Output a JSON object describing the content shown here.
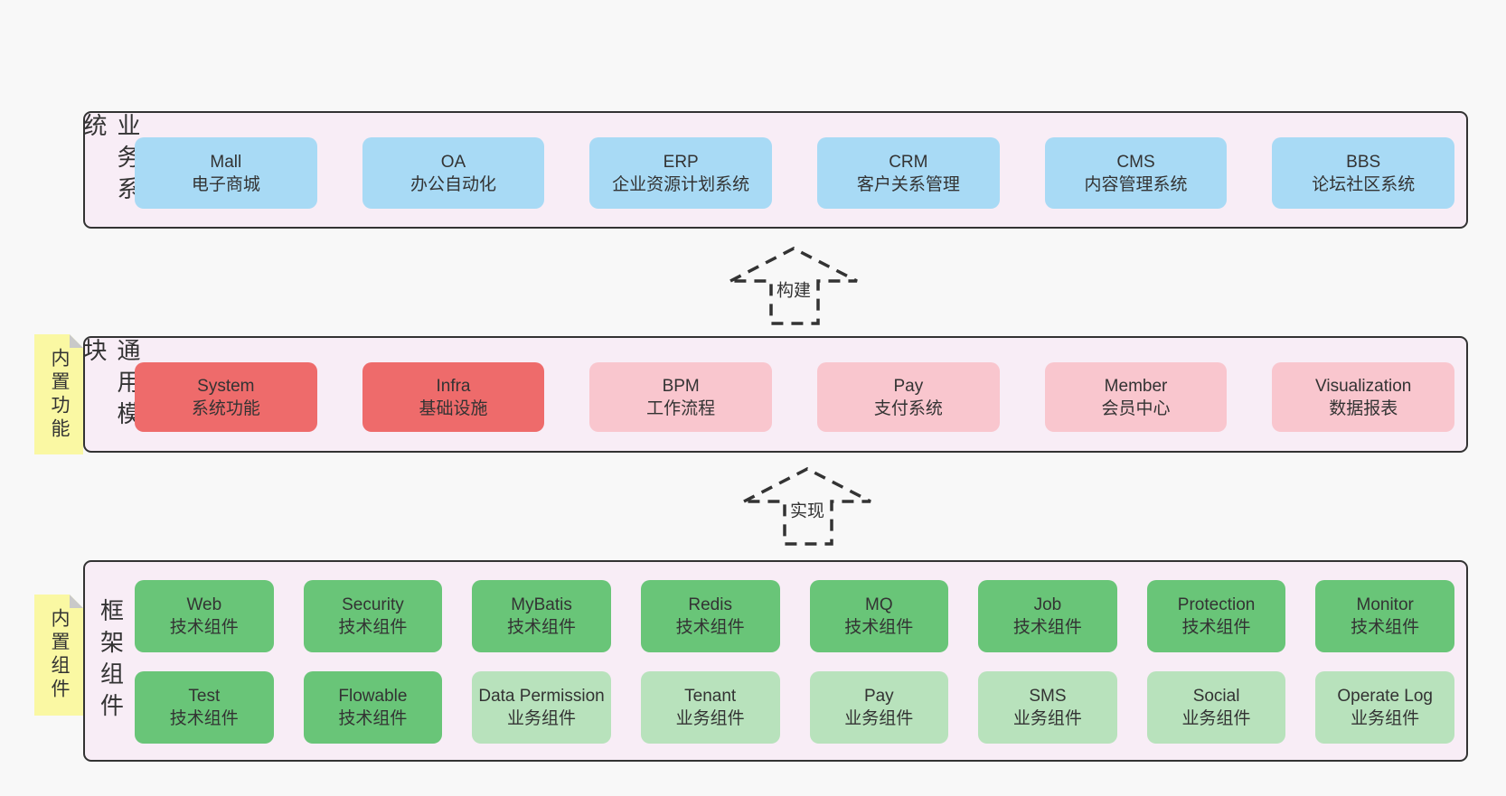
{
  "colors": {
    "page_bg": "#f8f8f8",
    "panel_bg": "#f8edf6",
    "panel_border": "#333333",
    "blue": "#a8daf5",
    "red": "#ee6b6b",
    "pink": "#f9c6ce",
    "green": "#69c578",
    "green_light": "#b8e2bc",
    "sticky_yellow": "#faf8a3",
    "fold_gray": "#c9c9c9",
    "text": "#333333"
  },
  "arrows": [
    {
      "label": "构建"
    },
    {
      "label": "实现"
    }
  ],
  "layers": [
    {
      "label": "业务系统",
      "sticky": null,
      "rows": [
        [
          {
            "title": "Mall",
            "subtitle": "电子商城",
            "type": "blue"
          },
          {
            "title": "OA",
            "subtitle": "办公自动化",
            "type": "blue"
          },
          {
            "title": "ERP",
            "subtitle": "企业资源计划系统",
            "type": "blue"
          },
          {
            "title": "CRM",
            "subtitle": "客户关系管理",
            "type": "blue"
          },
          {
            "title": "CMS",
            "subtitle": "内容管理系统",
            "type": "blue"
          },
          {
            "title": "BBS",
            "subtitle": "论坛社区系统",
            "type": "blue"
          }
        ]
      ]
    },
    {
      "label": "通用模块",
      "sticky": "内置功能",
      "rows": [
        [
          {
            "title": "System",
            "subtitle": "系统功能",
            "type": "red"
          },
          {
            "title": "Infra",
            "subtitle": "基础设施",
            "type": "red"
          },
          {
            "title": "BPM",
            "subtitle": "工作流程",
            "type": "pink"
          },
          {
            "title": "Pay",
            "subtitle": "支付系统",
            "type": "pink"
          },
          {
            "title": "Member",
            "subtitle": "会员中心",
            "type": "pink"
          },
          {
            "title": "Visualization",
            "subtitle": "数据报表",
            "type": "pink"
          }
        ]
      ]
    },
    {
      "label": "框架组件",
      "sticky": "内置组件",
      "rows": [
        [
          {
            "title": "Web",
            "subtitle": "技术组件",
            "type": "green"
          },
          {
            "title": "Security",
            "subtitle": "技术组件",
            "type": "green"
          },
          {
            "title": "MyBatis",
            "subtitle": "技术组件",
            "type": "green"
          },
          {
            "title": "Redis",
            "subtitle": "技术组件",
            "type": "green"
          },
          {
            "title": "MQ",
            "subtitle": "技术组件",
            "type": "green"
          },
          {
            "title": "Job",
            "subtitle": "技术组件",
            "type": "green"
          },
          {
            "title": "Protection",
            "subtitle": "技术组件",
            "type": "green"
          },
          {
            "title": "Monitor",
            "subtitle": "技术组件",
            "type": "green"
          }
        ],
        [
          {
            "title": "Test",
            "subtitle": "技术组件",
            "type": "green"
          },
          {
            "title": "Flowable",
            "subtitle": "技术组件",
            "type": "green"
          },
          {
            "title": "Data Permission",
            "subtitle": "业务组件",
            "type": "green_light"
          },
          {
            "title": "Tenant",
            "subtitle": "业务组件",
            "type": "green_light"
          },
          {
            "title": "Pay",
            "subtitle": "业务组件",
            "type": "green_light"
          },
          {
            "title": "SMS",
            "subtitle": "业务组件",
            "type": "green_light"
          },
          {
            "title": "Social",
            "subtitle": "业务组件",
            "type": "green_light"
          },
          {
            "title": "Operate Log",
            "subtitle": "业务组件",
            "type": "green_light"
          }
        ]
      ]
    }
  ]
}
